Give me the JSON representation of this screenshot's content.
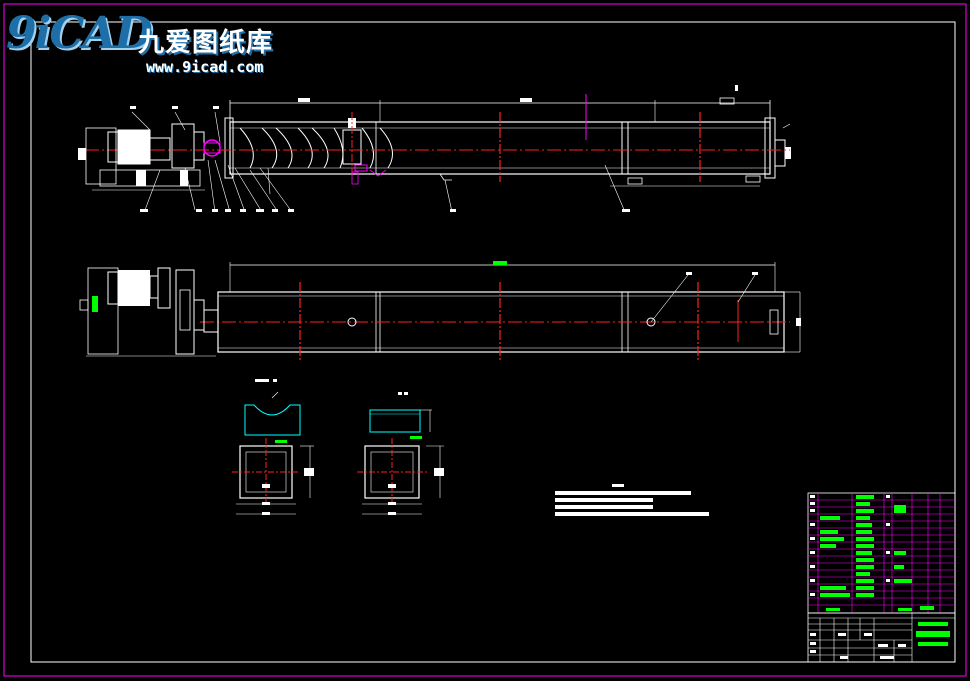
{
  "logo": {
    "mark": "9iCAD",
    "cn_name": "九爱图纸库",
    "url": "www.9icad.com"
  },
  "colors": {
    "background": "#000000",
    "frame": "#ff00ff",
    "outline": "#ffffff",
    "centerline": "#ff2020",
    "dimension": "#00ff00",
    "section": "#00ffff",
    "title_grid": "#ff00ff",
    "leader": "#ffffff"
  },
  "icons": {
    "logo": "9icad-logo",
    "drawing": "cad-drawing"
  }
}
